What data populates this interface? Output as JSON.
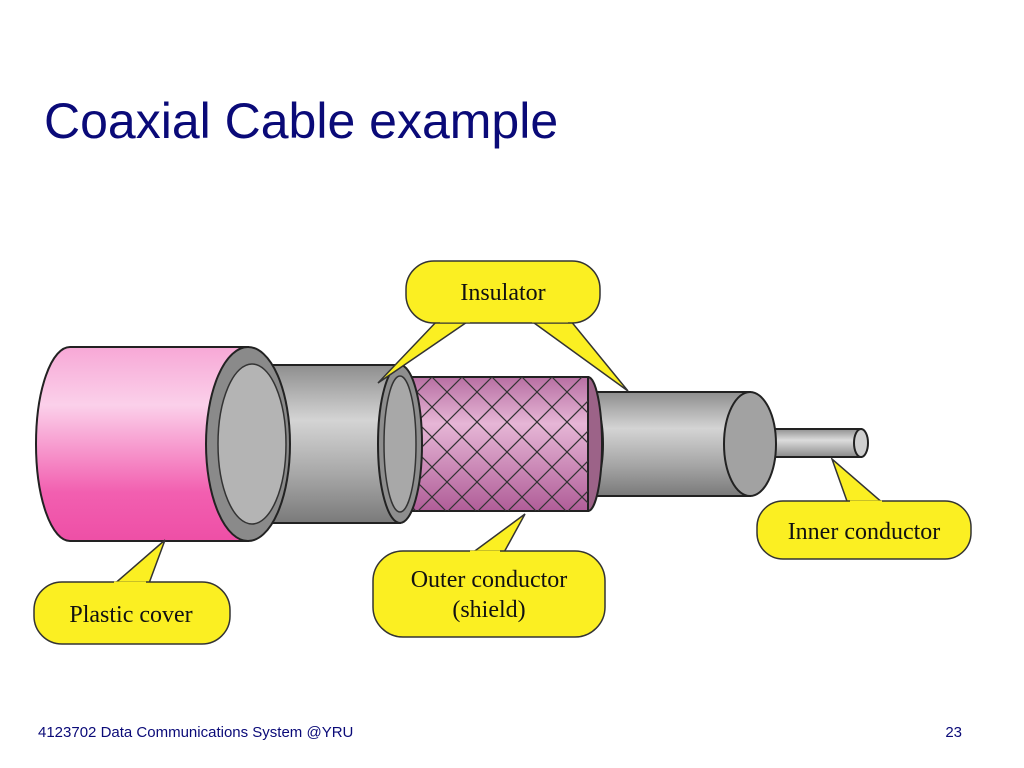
{
  "slide": {
    "title": "Coaxial Cable example"
  },
  "diagram": {
    "labels": {
      "insulator": "Insulator",
      "outer_conductor_line1": "Outer conductor",
      "outer_conductor_line2": "(shield)",
      "inner_conductor": "Inner conductor",
      "plastic_cover": "Plastic cover"
    },
    "colors": {
      "plastic_cover": "#f25fb0",
      "shield_braid": "#c77fb2",
      "insulator": "#a9a9a9",
      "callout": "#fbef22"
    }
  },
  "footer": {
    "course": "4123702 Data Communications System @YRU",
    "page_number": "23"
  }
}
